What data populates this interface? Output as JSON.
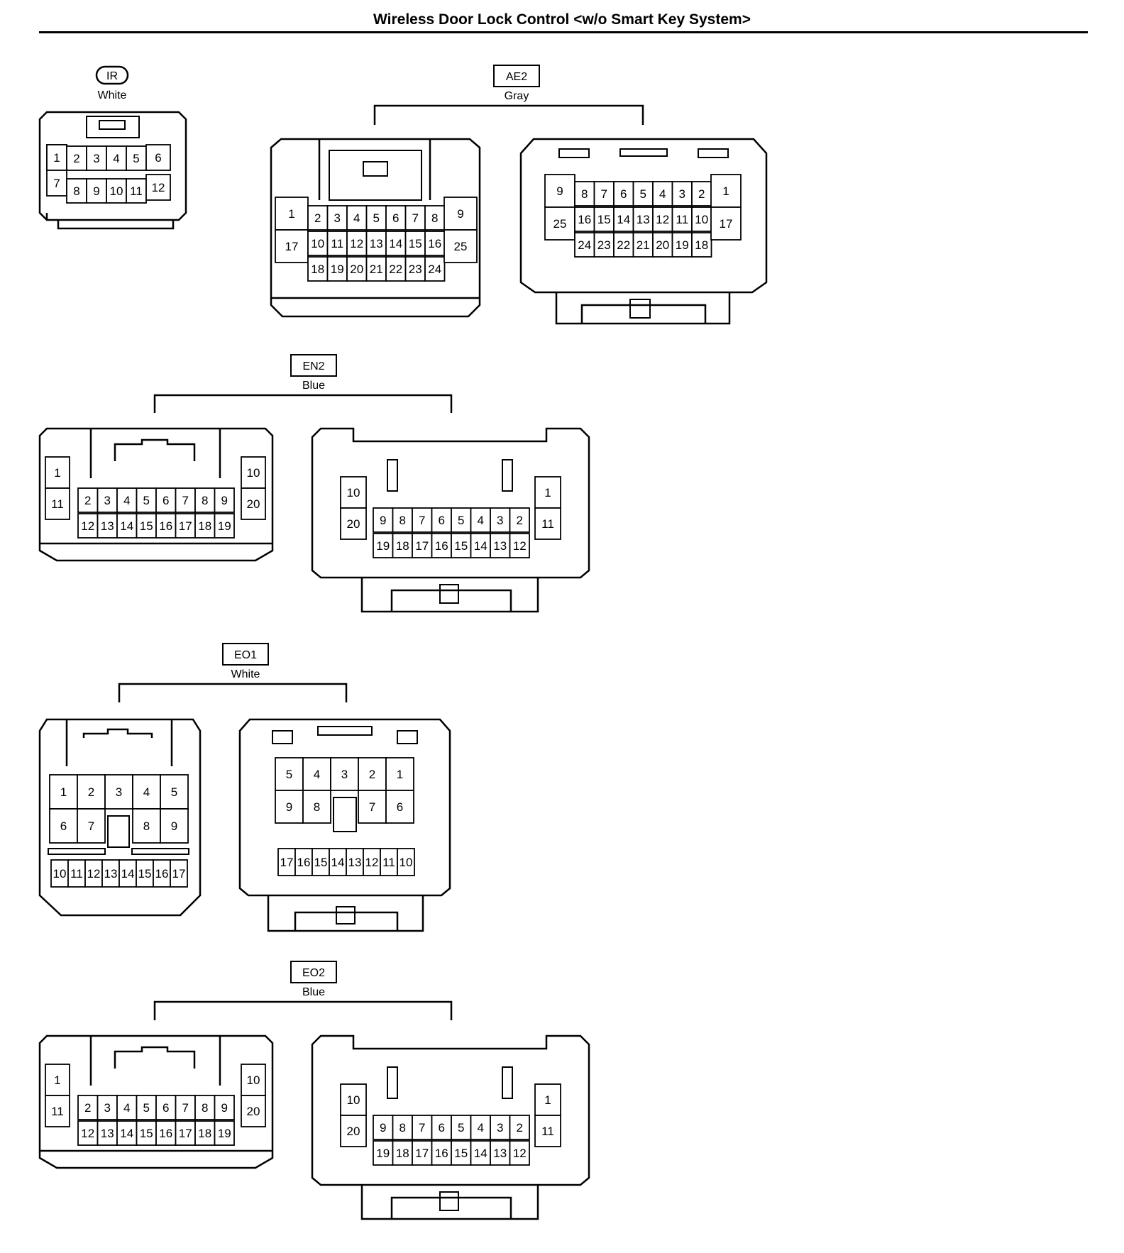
{
  "title": "Wireless Door Lock Control <w/o Smart Key System>",
  "connectors": {
    "IR": {
      "code": "IR",
      "color": "White"
    },
    "AE2": {
      "code": "AE2",
      "color": "Gray"
    },
    "EN2": {
      "code": "EN2",
      "color": "Blue"
    },
    "EO1": {
      "code": "EO1",
      "color": "White"
    },
    "EO2": {
      "code": "EO2",
      "color": "Blue"
    }
  }
}
